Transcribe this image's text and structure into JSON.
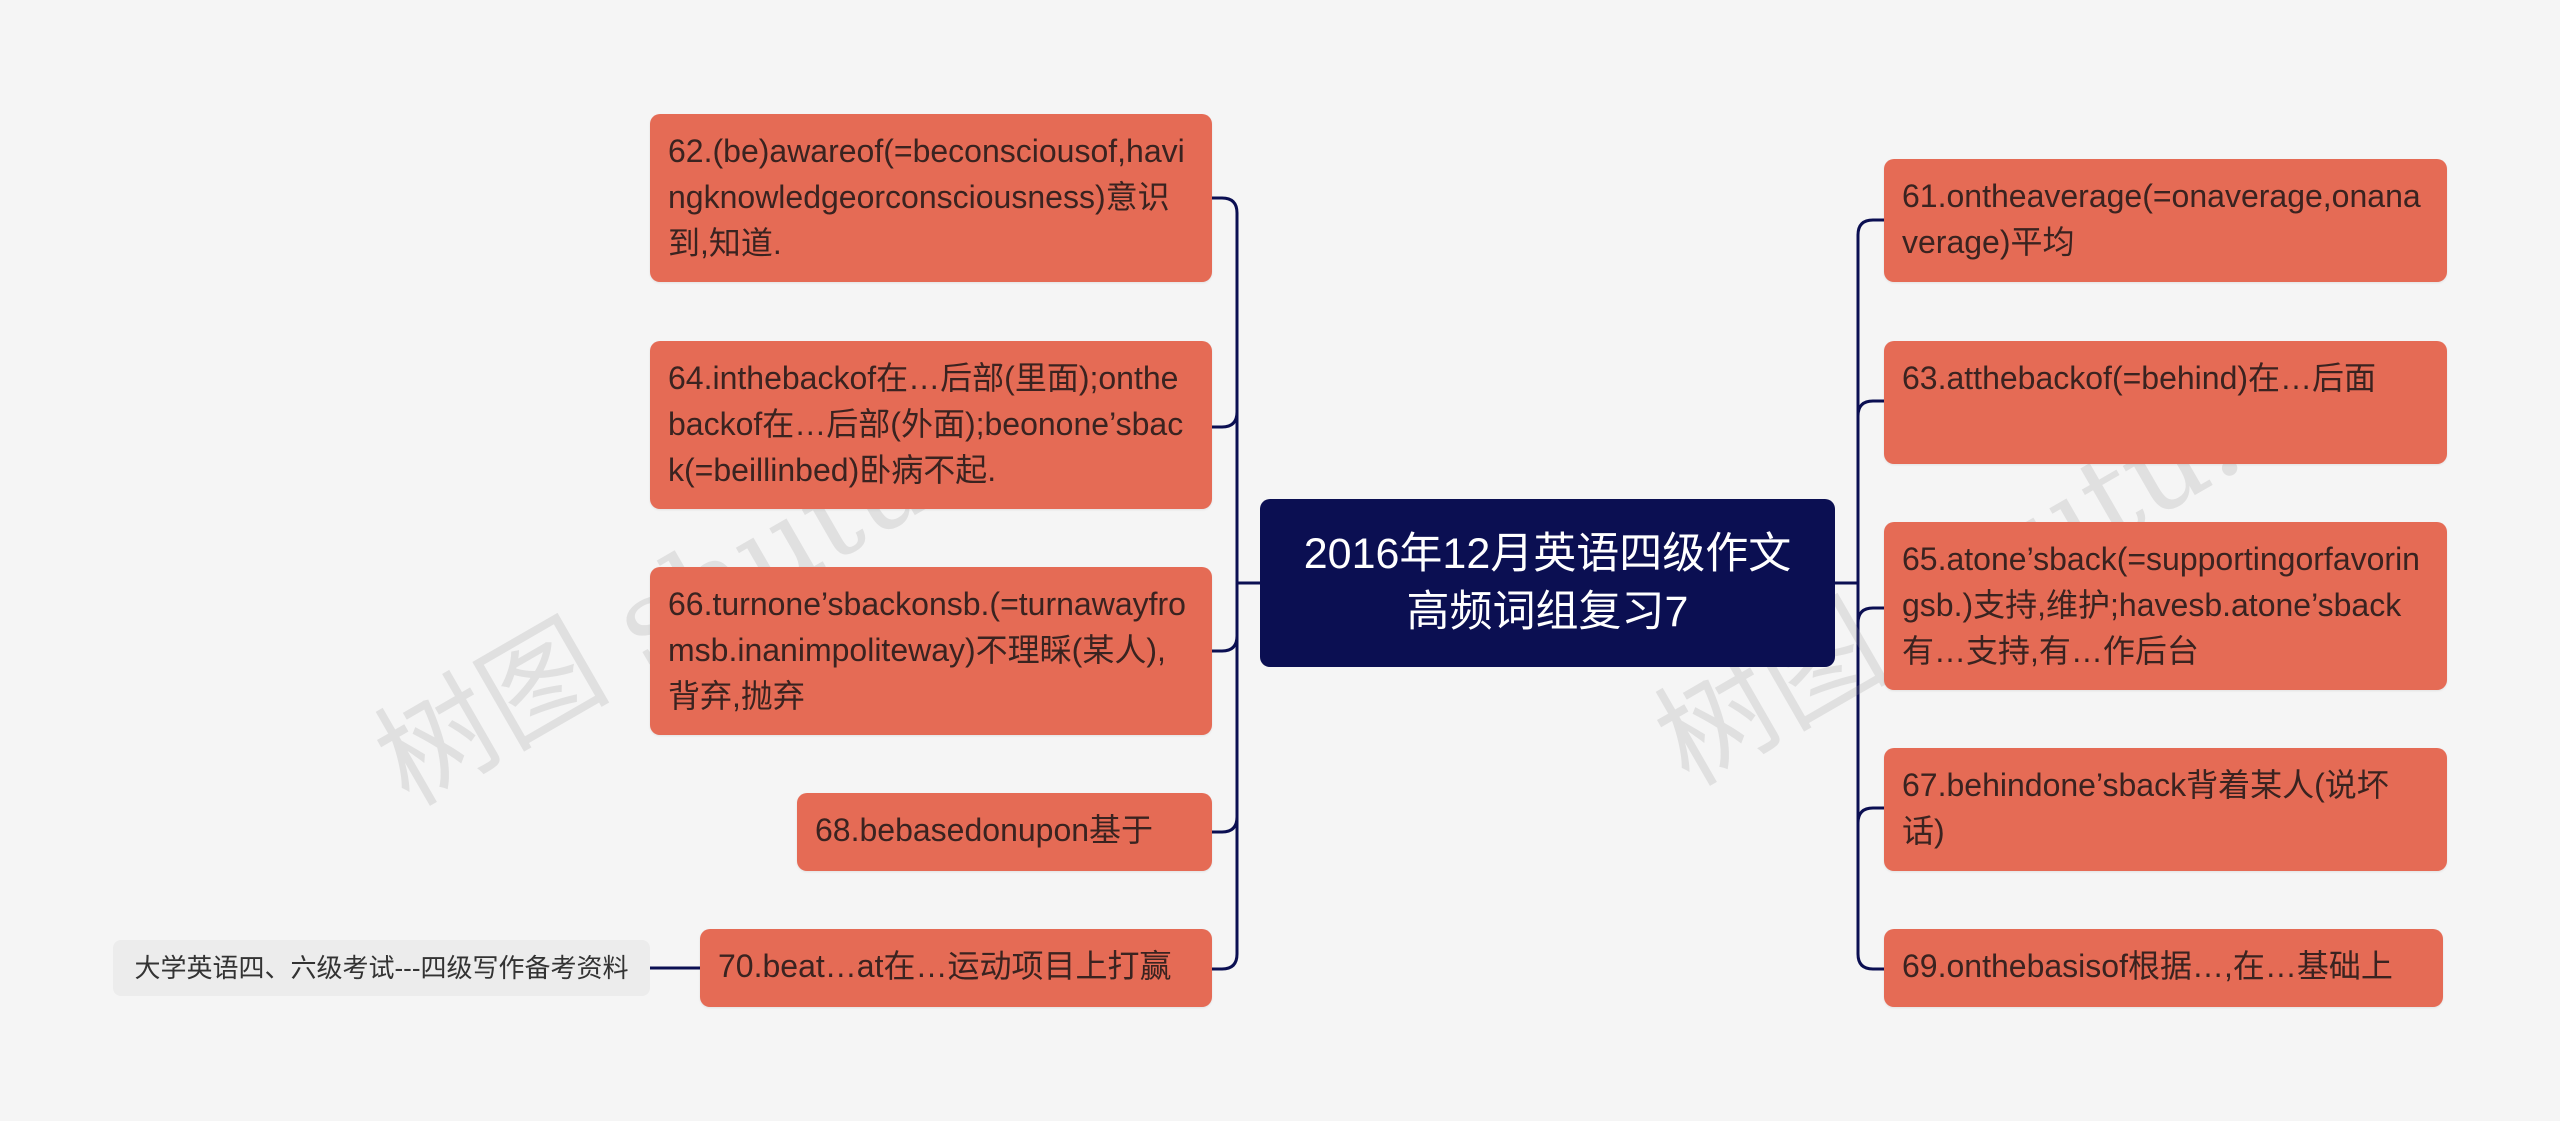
{
  "root": {
    "line1": "2016年12月英语四级作文",
    "line2": "高频词组复习7"
  },
  "left_nodes": [
    "62.(be)awareof(=beconsciousof,havingknowledgeorconsciousness)意识到,知道.",
    "64.inthebackof在…后部(里面);onthebackof在…后部(外面);beonone’sback(=beillinbed)卧病不起.",
    "66.turnone’sbackonsb.(=turnawayfromsb.inanimpoliteway)不理睬(某人),背弃,抛弃",
    "68.bebasedonupon基于",
    "70.beat…at在…运动项目上打赢"
  ],
  "right_nodes": [
    "61.ontheaverage(=onaverage,onanaverage)平均",
    "63.atthebackof(=behind)在…后面",
    "65.atone’sback(=supportingorfavoringsb.)支持,维护;havesb.atone’sback有…支持,有…作后台",
    "67.behindone’sback背着某人(说坏话)",
    "69.onthebasisof根据…,在…基础上"
  ],
  "tag_label": "大学英语四、六级考试---四级写作备考资料",
  "watermark": "树图 shutu.cn",
  "colors": {
    "root": "#0b0f52",
    "node": "#e56b55",
    "line": "#0b0f52",
    "background": "#f5f5f5"
  }
}
